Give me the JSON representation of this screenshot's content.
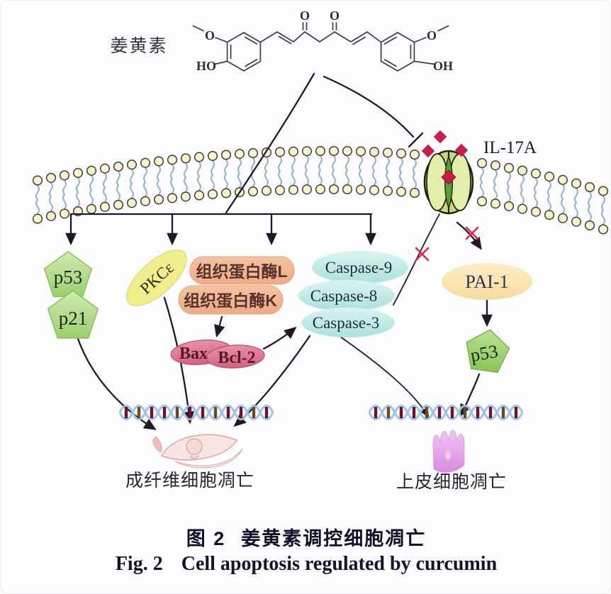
{
  "figure": {
    "compound_label": "姜黄素",
    "structure": {
      "ketone_o_left": "O",
      "ketone_o_right": "O",
      "methoxy_left": "O",
      "methoxy_right": "O",
      "hydroxy_left": "HO",
      "hydroxy_right": "OH"
    },
    "receptor": {
      "label": "IL-17A"
    },
    "nodes": {
      "p53_left": "p53",
      "p21": "p21",
      "pkce": "PKCε",
      "cathepsin_l": "组织蛋白酶L",
      "cathepsin_k": "组织蛋白酶K",
      "bax": "Bax",
      "bcl2": "Bcl-2",
      "caspase9": "Caspase-9",
      "caspase8": "Caspase-8",
      "caspase3": "Caspase-3",
      "pai1": "PAI-1",
      "p53_right": "p53"
    },
    "outcomes": {
      "fibroblast": "成纤维细胞凋亡",
      "epithelial": "上皮细胞凋亡"
    },
    "caption": {
      "zh_prefix": "图 2",
      "zh_text": "姜黄素调控细胞凋亡",
      "en_prefix": "Fig. 2",
      "en_text": "Cell apoptosis regulated by curcumin"
    },
    "colors": {
      "pentagon_green": "#a9d677",
      "pkce_yellow": "#f0ee8c",
      "cathepsin_salmon": "#f2b38f",
      "bax_pink": "#dd7a92",
      "caspase_cyan": "#bfeae4",
      "pai_cream": "#fae3a8",
      "ligand_red": "#cb1b48",
      "membrane_head": "#f9f3d0",
      "dna_blue": "#9cc2e6",
      "epithelial_violet": "#e0a0e8",
      "fibroblast_pink": "#f9e4e1"
    }
  }
}
